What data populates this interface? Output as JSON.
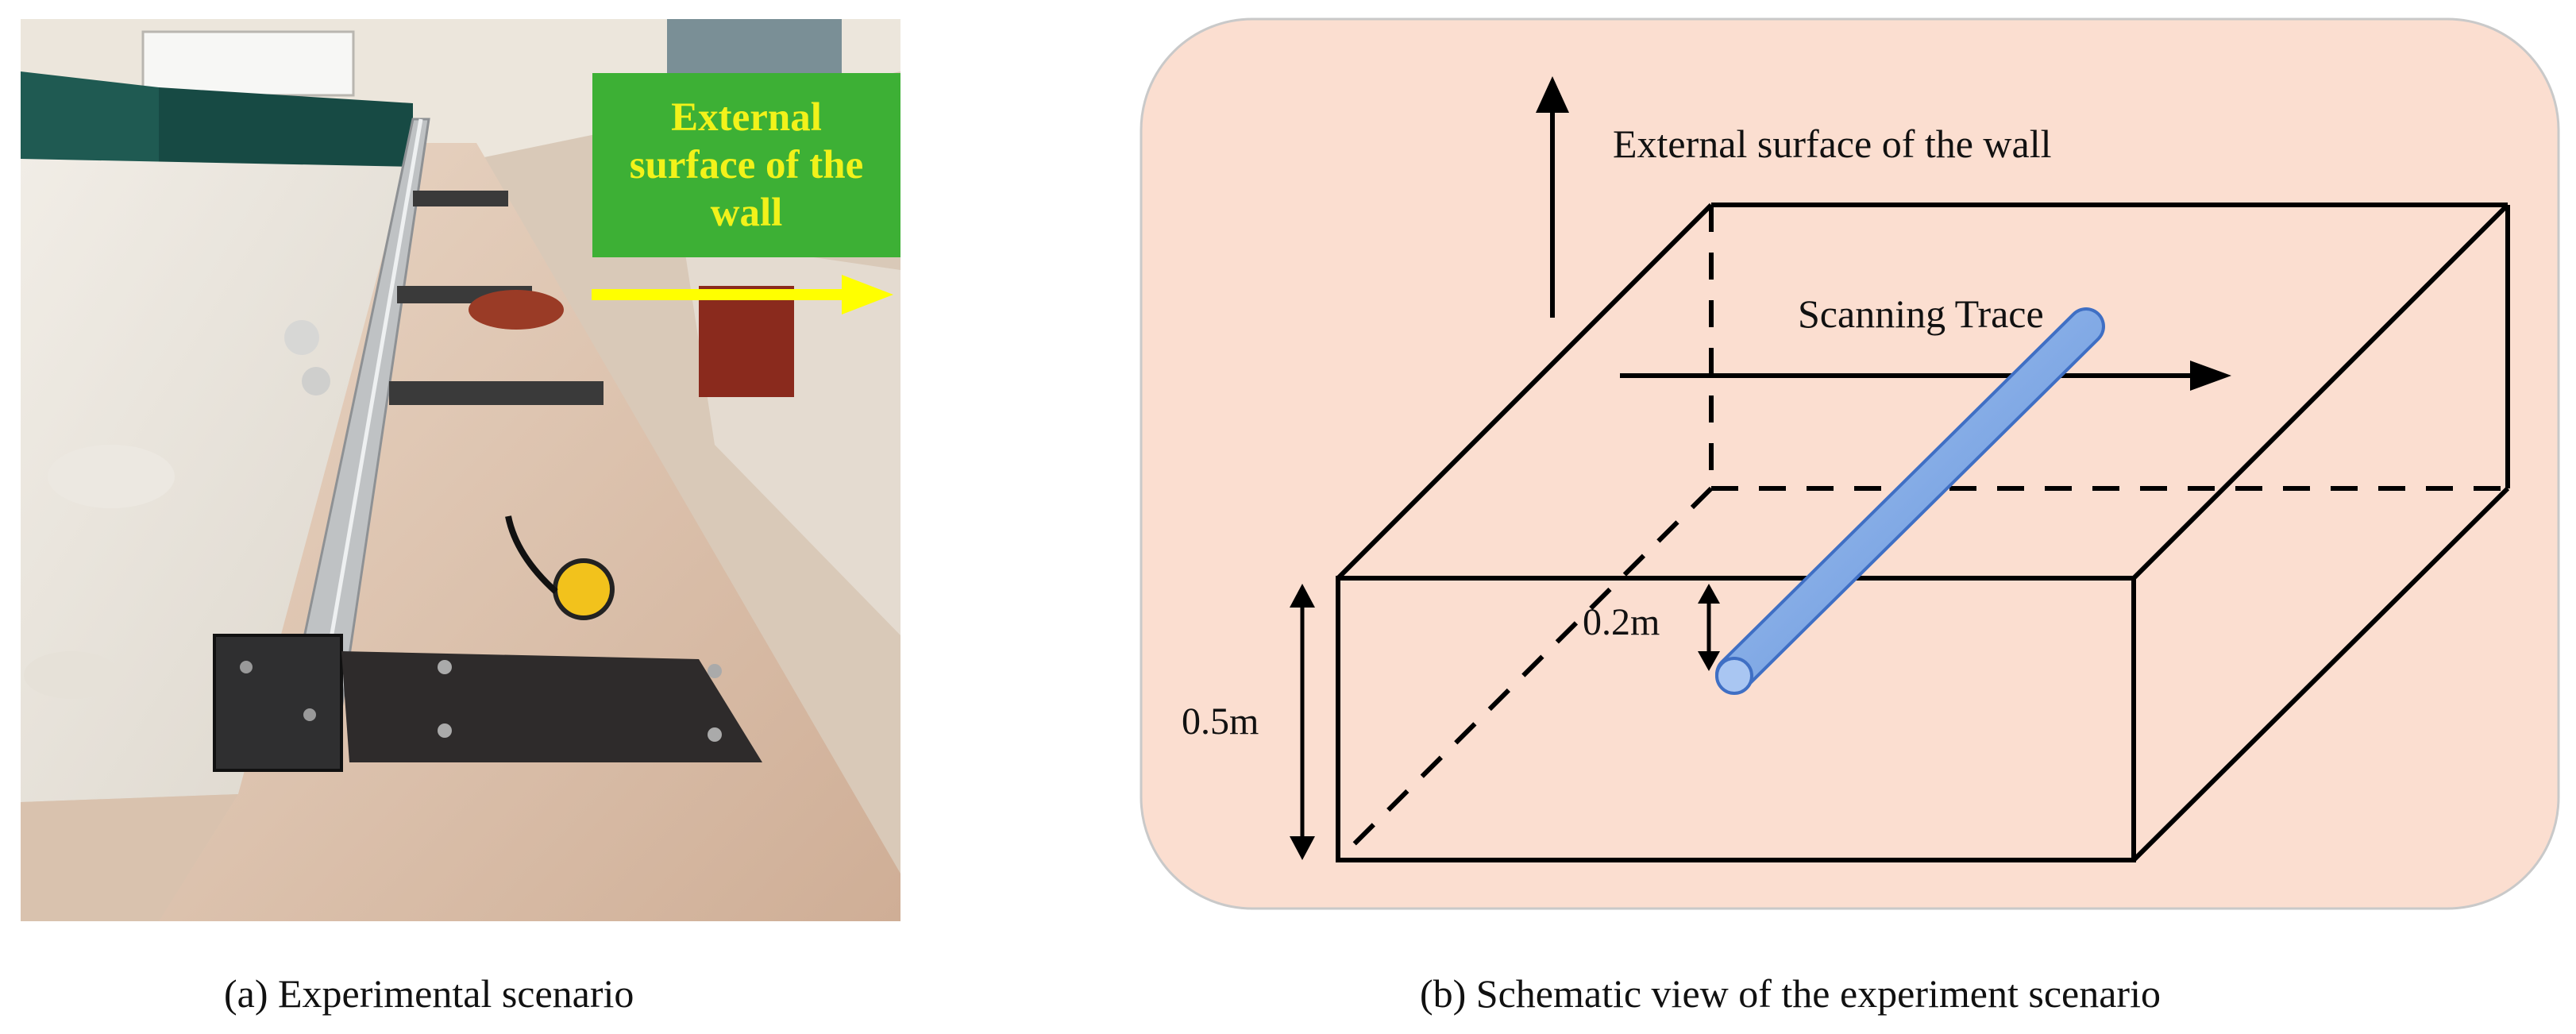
{
  "panel_a": {
    "caption": "(a) Experimental scenario",
    "overlay_label_lines": [
      "External",
      "surface of the",
      "wall"
    ],
    "arrow_color": "#ffff00",
    "banner_color": "#3db035"
  },
  "panel_b": {
    "caption": "(b) Schematic view of the experiment scenario",
    "external_surface_label": "External surface of the wall",
    "scanning_trace_label": "Scanning Trace",
    "pipe_depth_label": "0.2m",
    "box_height_label": "0.5m",
    "background_color": "#fbded0",
    "pipe_color": "#7aa6e6"
  }
}
